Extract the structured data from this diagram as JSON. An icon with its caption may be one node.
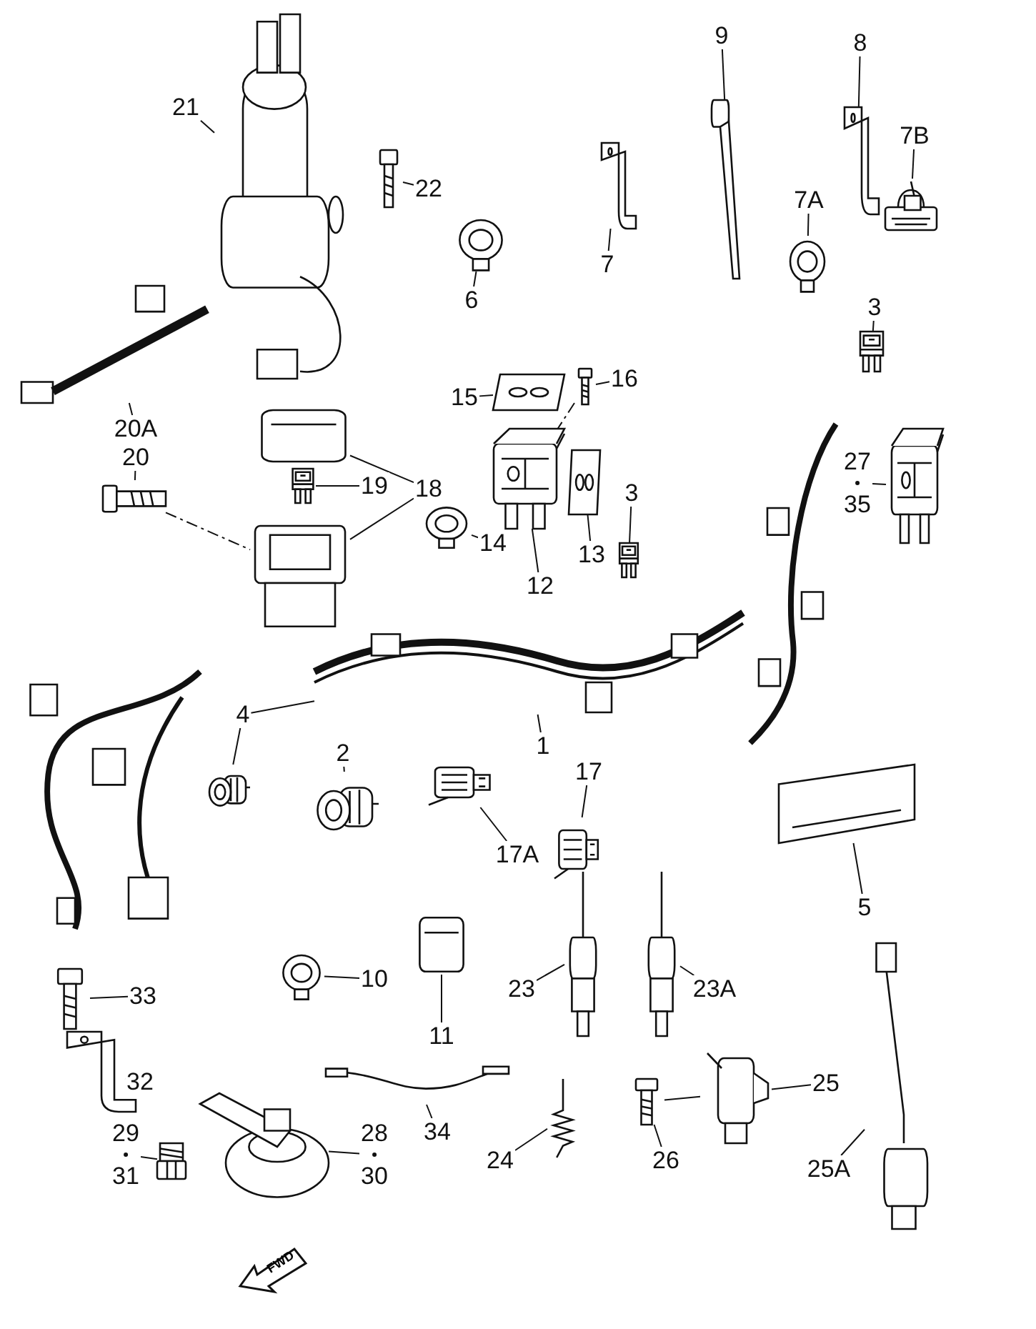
{
  "diagram": {
    "nodes": [
      {
        "text": [
          "21"
        ]
      },
      {
        "text": [
          "22"
        ]
      },
      {
        "text": [
          "9"
        ]
      },
      {
        "text": [
          "8"
        ]
      },
      {
        "text": [
          "7B"
        ]
      },
      {
        "text": [
          "7A"
        ]
      },
      {
        "text": [
          "7"
        ]
      },
      {
        "text": [
          "6"
        ]
      },
      {
        "text": [
          "3"
        ]
      },
      {
        "text": [
          "20A"
        ]
      },
      {
        "text": [
          "15"
        ]
      },
      {
        "text": [
          "16"
        ]
      },
      {
        "text": [
          "20"
        ]
      },
      {
        "text": [
          "19"
        ]
      },
      {
        "text": [
          "18"
        ]
      },
      {
        "text": [
          "27",
          "35"
        ]
      },
      {
        "text": [
          "3"
        ]
      },
      {
        "text": [
          "14"
        ]
      },
      {
        "text": [
          "13"
        ]
      },
      {
        "text": [
          "12"
        ]
      },
      {
        "text": [
          "1"
        ]
      },
      {
        "text": [
          "4"
        ]
      },
      {
        "text": [
          "2"
        ]
      },
      {
        "text": [
          "17"
        ]
      },
      {
        "text": [
          "17A"
        ]
      },
      {
        "text": [
          "5"
        ]
      },
      {
        "text": [
          "10"
        ]
      },
      {
        "text": [
          "33"
        ]
      },
      {
        "text": [
          "23"
        ]
      },
      {
        "text": [
          "23A"
        ]
      },
      {
        "text": [
          "11"
        ]
      },
      {
        "text": [
          "32"
        ]
      },
      {
        "text": [
          "25"
        ]
      },
      {
        "text": [
          "34"
        ]
      },
      {
        "text": [
          "29",
          "31"
        ]
      },
      {
        "text": [
          "28",
          "30"
        ]
      },
      {
        "text": [
          "24"
        ]
      },
      {
        "text": [
          "26"
        ]
      },
      {
        "text": [
          "25A"
        ]
      },
      {
        "text": [],
        "shape": "picture"
      },
      {
        "text": [],
        "shape": "picture"
      },
      {
        "text": [],
        "shape": "picture"
      },
      {
        "text": [],
        "shape": "picture"
      },
      {
        "text": [],
        "shape": "picture"
      },
      {
        "text": [],
        "shape": "picture"
      },
      {
        "text": [],
        "shape": "picture"
      },
      {
        "text": [],
        "shape": "picture"
      },
      {
        "text": [],
        "shape": "picture"
      },
      {
        "text": [],
        "shape": "picture"
      },
      {
        "text": [],
        "shape": "picture"
      },
      {
        "text": [],
        "shape": "picture"
      },
      {
        "text": [],
        "shape": "picture"
      },
      {
        "text": [],
        "shape": "picture"
      },
      {
        "text": [],
        "shape": "picture"
      },
      {
        "text": [],
        "shape": "picture"
      },
      {
        "text": [],
        "shape": "picture"
      },
      {
        "text": [],
        "shape": "picture"
      },
      {
        "text": [],
        "shape": "picture"
      },
      {
        "text": [],
        "shape": "picture"
      },
      {
        "text": [],
        "shape": "picture"
      },
      {
        "text": [],
        "shape": "picture"
      },
      {
        "text": [],
        "shape": "picture"
      },
      {
        "text": [],
        "shape": "picture"
      },
      {
        "text": [],
        "shape": "picture"
      },
      {
        "text": [],
        "shape": "picture"
      },
      {
        "text": [],
        "shape": "picture"
      },
      {
        "text": [],
        "shape": "picture"
      },
      {
        "text": [],
        "shape": "picture"
      },
      {
        "text": [],
        "shape": "picture"
      },
      {
        "text": [],
        "shape": "picture"
      },
      {
        "text": [],
        "shape": "picture"
      },
      {
        "text": [],
        "shape": "picture"
      },
      {
        "text": [],
        "shape": "picture"
      },
      {
        "text": [],
        "shape": "picture"
      },
      {
        "text": [],
        "shape": "picture"
      },
      {
        "text": [],
        "shape": "picture"
      },
      {
        "text": [],
        "shape": "picture"
      },
      {
        "text": [],
        "shape": "picture"
      },
      {
        "text": [],
        "shape": "picture"
      }
    ],
    "edges": [
      {
        "from": 0,
        "to": 39,
        "arrow": "none"
      },
      {
        "from": 1,
        "to": 40,
        "arrow": "none"
      },
      {
        "from": 2,
        "to": 41,
        "arrow": "none"
      },
      {
        "from": 3,
        "to": 42,
        "arrow": "none"
      },
      {
        "from": 4,
        "to": 43,
        "arrow": "none"
      },
      {
        "from": 5,
        "to": 44,
        "arrow": "none"
      },
      {
        "from": 6,
        "to": 45,
        "arrow": "none"
      },
      {
        "from": 7,
        "to": 46,
        "arrow": "none"
      },
      {
        "from": 8,
        "to": 47,
        "arrow": "none"
      },
      {
        "from": 9,
        "to": 48,
        "arrow": "none"
      },
      {
        "from": 10,
        "to": 49,
        "arrow": "none"
      },
      {
        "from": 11,
        "to": 50,
        "arrow": "none"
      },
      {
        "from": 12,
        "to": 51,
        "arrow": "none"
      },
      {
        "from": 13,
        "to": 52,
        "arrow": "none"
      },
      {
        "from": 14,
        "to": 53,
        "arrow": "none"
      },
      {
        "from": 14,
        "to": 54,
        "arrow": "none"
      },
      {
        "from": 15,
        "to": 55,
        "arrow": "none"
      },
      {
        "from": 16,
        "to": 56,
        "arrow": "none"
      },
      {
        "from": 17,
        "to": 57,
        "arrow": "none"
      },
      {
        "from": 18,
        "to": 58,
        "arrow": "none"
      },
      {
        "from": 19,
        "to": 59,
        "arrow": "none"
      },
      {
        "from": 20,
        "to": 60,
        "arrow": "none"
      },
      {
        "from": 21,
        "to": 61,
        "arrow": "none"
      },
      {
        "from": 21,
        "to": 60,
        "arrow": "none"
      },
      {
        "from": 22,
        "to": 62,
        "arrow": "none"
      },
      {
        "from": 23,
        "to": 63,
        "arrow": "none"
      },
      {
        "from": 24,
        "to": 64,
        "arrow": "none"
      },
      {
        "from": 25,
        "to": 65,
        "arrow": "none"
      },
      {
        "from": 26,
        "to": 66,
        "arrow": "none"
      },
      {
        "from": 27,
        "to": 67,
        "arrow": "none"
      },
      {
        "from": 28,
        "to": 68,
        "arrow": "none"
      },
      {
        "from": 29,
        "to": 69,
        "arrow": "none"
      },
      {
        "from": 30,
        "to": 70,
        "arrow": "none"
      },
      {
        "from": 31,
        "to": 71,
        "arrow": "none"
      },
      {
        "from": 32,
        "to": 72,
        "arrow": "none"
      },
      {
        "from": 33,
        "to": 73,
        "arrow": "none"
      },
      {
        "from": 34,
        "to": 74,
        "arrow": "none"
      },
      {
        "from": 35,
        "to": 75,
        "arrow": "none"
      },
      {
        "from": 36,
        "to": 76,
        "arrow": "none"
      },
      {
        "from": 37,
        "to": 77,
        "arrow": "none"
      },
      {
        "from": 38,
        "to": 78,
        "arrow": "none"
      },
      {
        "from": 51,
        "to": 54,
        "arrow": "none",
        "style": "dashed"
      },
      {
        "from": 50,
        "to": 59,
        "arrow": "none",
        "style": "dashed"
      },
      {
        "from": 77,
        "to": 72,
        "arrow": "none"
      }
    ],
    "labels": [
      "FWD"
    ]
  }
}
